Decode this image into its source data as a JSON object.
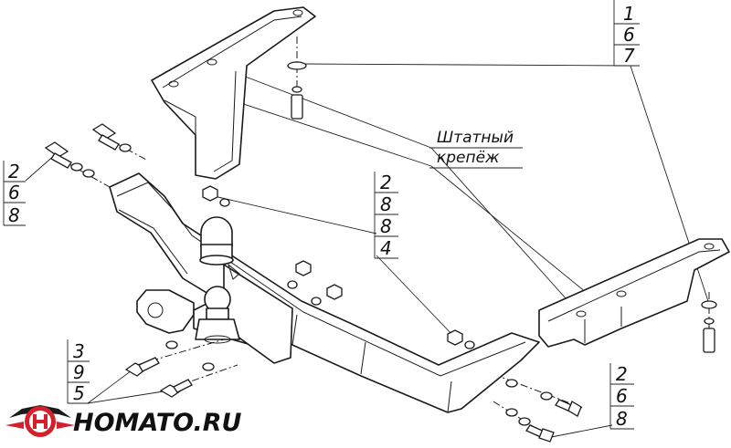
{
  "callouts": {
    "top_right": [
      "1",
      "6",
      "7"
    ],
    "left": [
      "2",
      "6",
      "8"
    ],
    "center": [
      "2",
      "8",
      "8",
      "4"
    ],
    "bottom_left": [
      "3",
      "9",
      "5"
    ],
    "bottom_right": [
      "2",
      "6",
      "8"
    ]
  },
  "label": {
    "line1": "Штатный",
    "line2": "крепёж"
  },
  "logo": {
    "text": "HOMATO.RU",
    "colors": {
      "red": "#d4202a",
      "dark": "#1a1a1a"
    }
  }
}
